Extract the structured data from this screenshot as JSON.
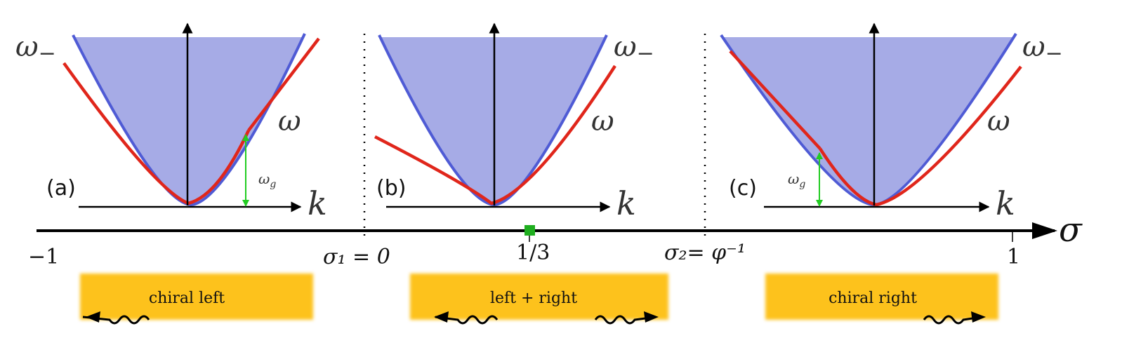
{
  "colors": {
    "continuum_fill": "#a6abe6",
    "continuum_edge": "#4f5bd5",
    "dispersion": "#e0261b",
    "gap_arrow": "#22cc22",
    "marker": "#1fae1f",
    "box": "#fdc21a",
    "axis": "#000000"
  },
  "panels": [
    {
      "id": "a",
      "label": "(a)",
      "omega_minus": "ω₋",
      "omega": "ω",
      "omega_g": "ω",
      "omega_g_sub": "g",
      "k": "k"
    },
    {
      "id": "b",
      "label": "(b)",
      "omega_minus": "ω₋",
      "omega": "ω",
      "k": "k"
    },
    {
      "id": "c",
      "label": "(c)",
      "omega_minus": "ω₋",
      "omega": "ω",
      "omega_g": "ω",
      "omega_g_sub": "g",
      "k": "k"
    }
  ],
  "sigma_axis": {
    "symbol": "σ",
    "ticks": {
      "minus_one": "−1",
      "sigma1": "σ₁ = 0",
      "one_third": "1/3",
      "sigma2": "σ₂= φ⁻¹",
      "one": "1"
    }
  },
  "phases": [
    {
      "label": "chiral left",
      "arrows": [
        "left"
      ]
    },
    {
      "label": "left + right",
      "arrows": [
        "left",
        "right"
      ]
    },
    {
      "label": "chiral right",
      "arrows": [
        "right"
      ]
    }
  ]
}
